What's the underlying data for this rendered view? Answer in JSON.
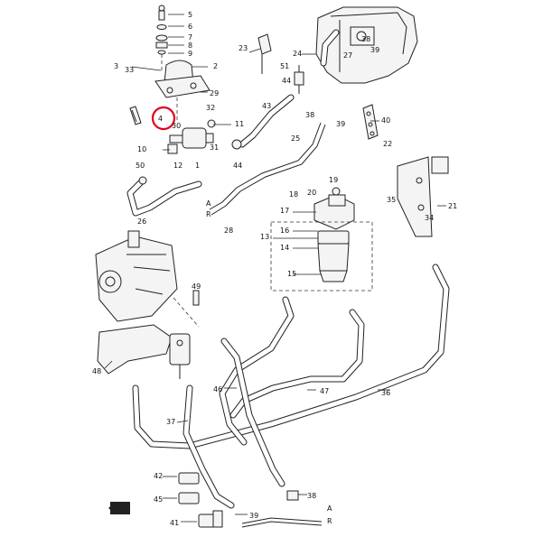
{
  "diagram": {
    "part_numbers": [
      "1",
      "2",
      "3",
      "4",
      "5",
      "6",
      "7",
      "8",
      "9",
      "10",
      "11",
      "12",
      "13",
      "14",
      "15",
      "16",
      "17",
      "18",
      "19",
      "20",
      "21",
      "22",
      "23",
      "24",
      "25",
      "26",
      "27",
      "28",
      "29",
      "30",
      "31",
      "32",
      "33",
      "34",
      "35",
      "36",
      "37",
      "38",
      "39",
      "40",
      "41",
      "42",
      "43",
      "44",
      "45",
      "46",
      "47",
      "48",
      "49",
      "50",
      "51"
    ],
    "connection_marks": [
      "A",
      "R"
    ],
    "highlight": {
      "part": "4",
      "color": "#e0001a"
    }
  }
}
